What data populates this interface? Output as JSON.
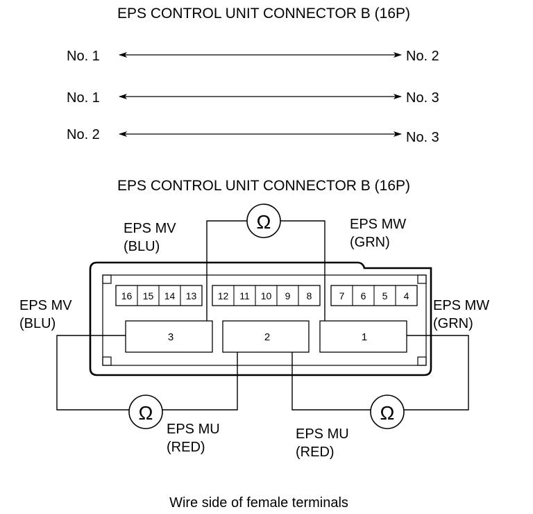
{
  "titles": {
    "top": "EPS CONTROL UNIT CONNECTOR B (16P)",
    "middle": "EPS CONTROL UNIT CONNECTOR B (16P)",
    "caption": "Wire side of female terminals"
  },
  "checks": [
    {
      "from": "No. 1",
      "to": "No. 2"
    },
    {
      "from": "No. 1",
      "to": "No. 3"
    },
    {
      "from": "No. 2",
      "to": "No. 3"
    }
  ],
  "pins": {
    "group_left": [
      "16",
      "15",
      "14",
      "13"
    ],
    "group_mid": [
      "12",
      "11",
      "10",
      "9",
      "8"
    ],
    "group_right": [
      "7",
      "6",
      "5",
      "4"
    ],
    "cavities": [
      "3",
      "2",
      "1"
    ]
  },
  "labels": {
    "mv_top_name": "EPS MV",
    "mv_top_color": "(BLU)",
    "mw_top_name": "EPS MW",
    "mw_top_color": "(GRN)",
    "mv_left_name": "EPS MV",
    "mv_left_color": "(BLU)",
    "mw_right_name": "EPS MW",
    "mw_right_color": "(GRN)",
    "mu_left_name": "EPS MU",
    "mu_left_color": "(RED)",
    "mu_right_name": "EPS MU",
    "mu_right_color": "(RED)"
  },
  "symbols": {
    "ohm": "Ω",
    "ohm_icon": "ohm-meter-icon"
  }
}
